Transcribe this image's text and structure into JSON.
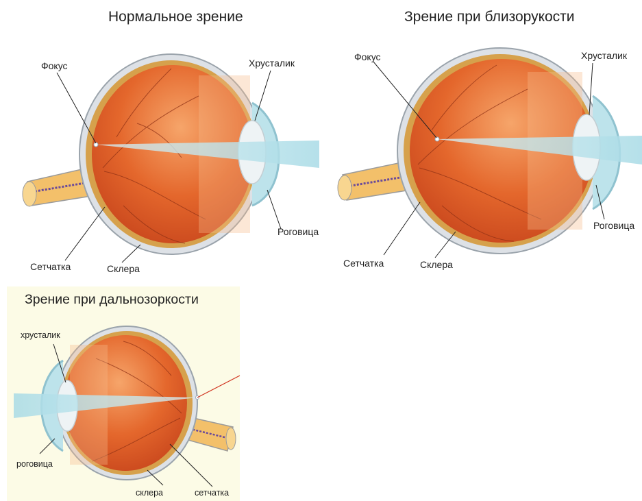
{
  "panels": {
    "normal": {
      "title": "Нормальное зрение",
      "labels": {
        "focus": "Фокус",
        "lens": "Хрусталик",
        "cornea": "Роговица",
        "retina": "Сетчатка",
        "sclera": "Склера"
      }
    },
    "myopia": {
      "title": "Зрение при близорукости",
      "labels": {
        "focus": "Фокус",
        "lens": "Хрусталик",
        "cornea": "Роговица",
        "retina": "Сетчатка",
        "sclera": "Склера"
      }
    },
    "hyperopia": {
      "title": "Зрение при дальнозоркости",
      "labels": {
        "lens": "хрусталик",
        "cornea": "роговица",
        "sclera": "склера",
        "retina": "сетчатка"
      }
    }
  },
  "colors": {
    "vitreous": "#e0622a",
    "vitreous_light": "#f4a066",
    "sclera": "#d9dde2",
    "cornea": "#b9e2ea",
    "lens": "#eef3f5",
    "nerve": "#f0b240",
    "light_beam": "#b8e1ea",
    "hyperopia_bg": "#fcfbe6",
    "hyperopia_ray": "#d0301c"
  }
}
